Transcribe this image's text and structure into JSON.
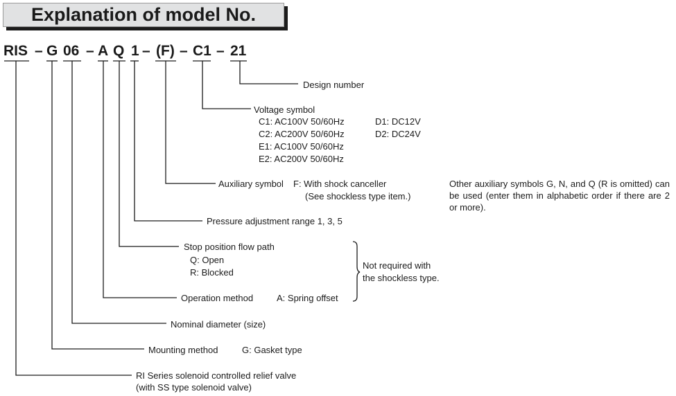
{
  "title": "Explanation of model No.",
  "model_parts": [
    "RIS",
    "–",
    "G",
    "06",
    "–",
    "A",
    "Q",
    "1",
    "–",
    "(F)",
    "–",
    "C1",
    "–",
    "21"
  ],
  "items": {
    "design_number": "Design number",
    "voltage_symbol": {
      "label": "Voltage symbol",
      "left": [
        "C1: AC100V 50/60Hz",
        "C2: AC200V 50/60Hz",
        "E1: AC100V 50/60Hz",
        "E2: AC200V 50/60Hz"
      ],
      "right": [
        "D1: DC12V",
        "D2: DC24V"
      ]
    },
    "auxiliary_symbol": {
      "label": "Auxiliary symbol",
      "option": "F: With shock canceller",
      "note": "(See shockless type item.)",
      "side_note": "Other auxiliary symbols G, N, and Q (R is omitted) can be used (enter them in alphabetic order if there are 2 or more)."
    },
    "pressure_range": "Pressure adjustment range 1, 3, 5",
    "stop_position": {
      "label": "Stop position flow path",
      "options": [
        "Q: Open",
        "R: Blocked"
      ]
    },
    "operation_method": {
      "label": "Operation method",
      "option": "A: Spring offset"
    },
    "brace_note": [
      "Not required with",
      "the shockless type."
    ],
    "nominal_diameter": "Nominal diameter (size)",
    "mounting_method": {
      "label": "Mounting method",
      "option": "G: Gasket type"
    },
    "series": [
      "RI Series solenoid controlled relief valve",
      "(with SS type solenoid valve)"
    ]
  }
}
